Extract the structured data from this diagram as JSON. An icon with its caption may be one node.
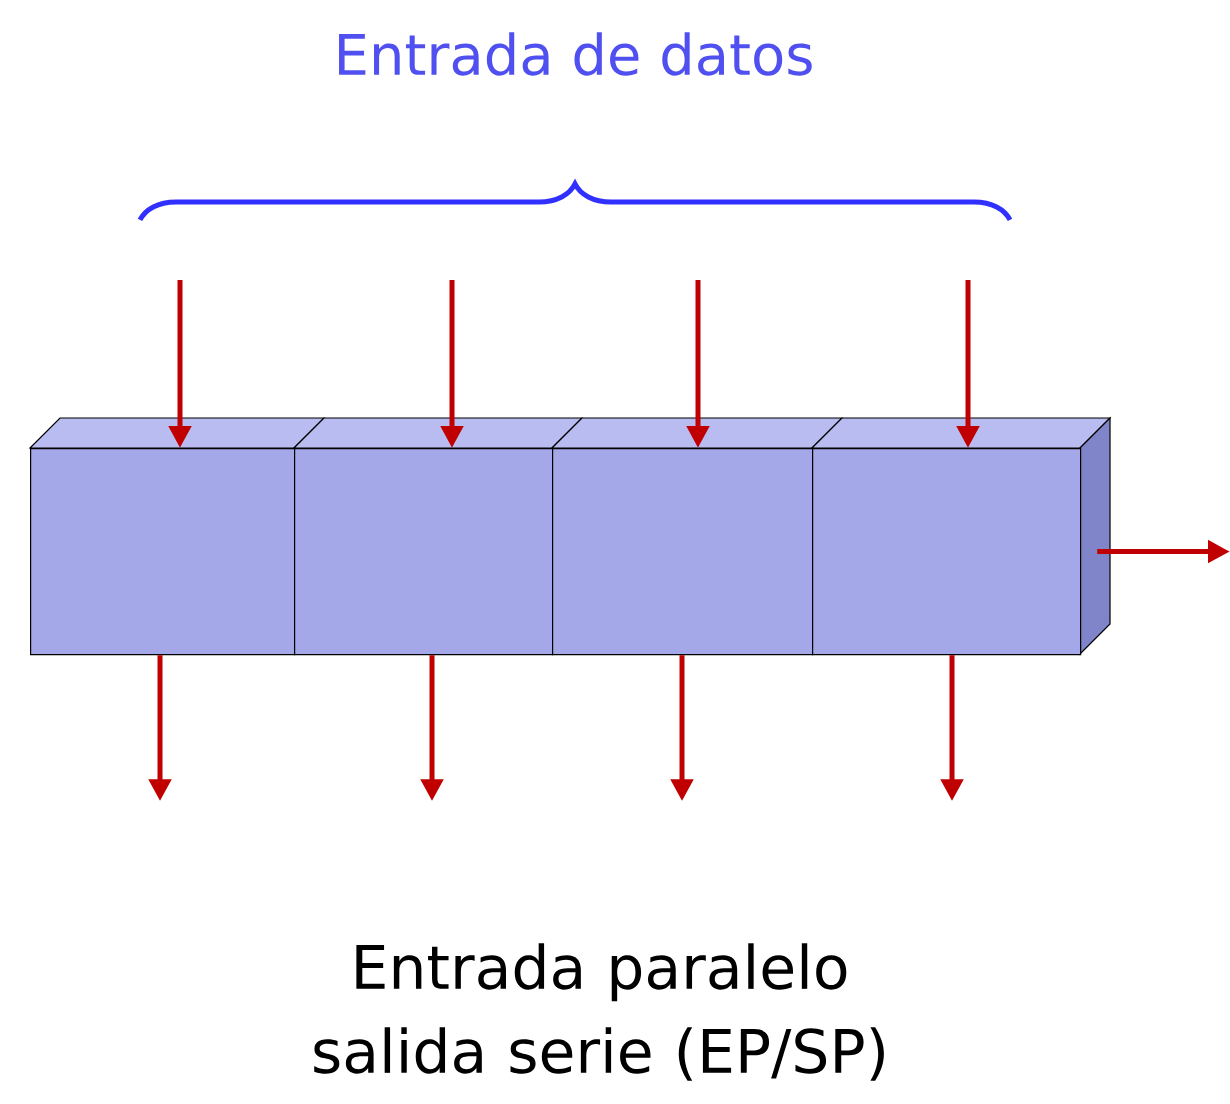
{
  "diagram": {
    "caption": "Entrada paralelo salida serie (EP/SP)",
    "nodes": [
      {
        "text": [],
        "shape": "box"
      },
      {
        "text": [],
        "shape": "box"
      },
      {
        "text": [],
        "shape": "box"
      },
      {
        "text": [],
        "shape": "box"
      }
    ],
    "edges": [
      {
        "from": null,
        "to": 0,
        "arrow": "to"
      },
      {
        "from": null,
        "to": 1,
        "arrow": "to"
      },
      {
        "from": null,
        "to": 2,
        "arrow": "to"
      },
      {
        "from": null,
        "to": 3,
        "arrow": "to"
      },
      {
        "from": 0,
        "to": null,
        "arrow": "to"
      },
      {
        "from": 1,
        "to": null,
        "arrow": "to"
      },
      {
        "from": 2,
        "to": null,
        "arrow": "to"
      },
      {
        "from": 3,
        "to": null,
        "arrow": "to"
      },
      {
        "from": 3,
        "to": null,
        "arrow": "to"
      }
    ],
    "labels": [
      "Entrada de datos"
    ]
  }
}
